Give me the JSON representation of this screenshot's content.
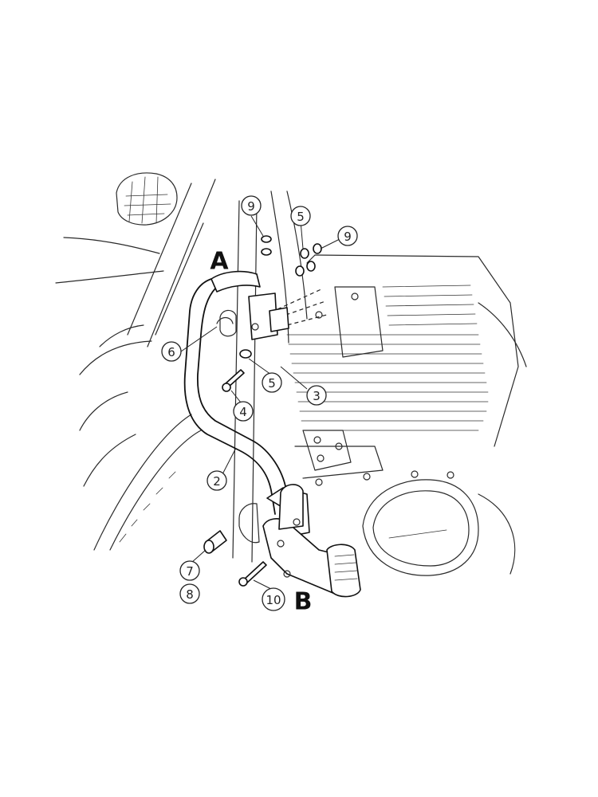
{
  "labels": {
    "assembly_a": "A",
    "assembly_b": "B"
  },
  "callouts": {
    "c2": "2",
    "c3": "3",
    "c4": "4",
    "c5_top": "5",
    "c5_mid": "5",
    "c6": "6",
    "c7": "7",
    "c8": "8",
    "c9_left": "9",
    "c9_right": "9",
    "c10": "10"
  }
}
